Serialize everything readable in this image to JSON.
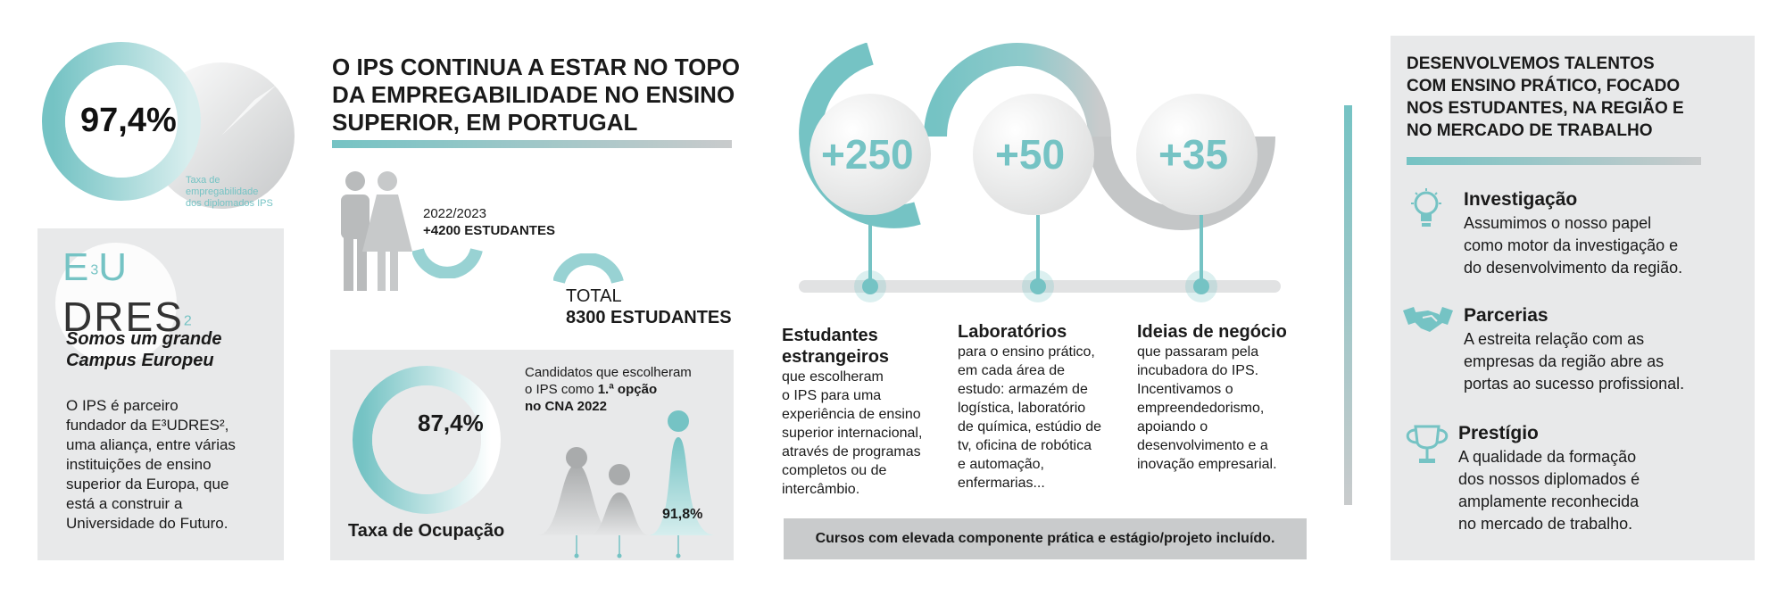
{
  "col1": {
    "employability_pct": "97,4%",
    "employability_caption": [
      "Taxa de",
      "empregabilidade",
      "dos diplomados IPS"
    ],
    "logo_e": "E",
    "logo_e_sup": "3",
    "logo_u": "U",
    "logo_dres": "DRES",
    "logo_dres_sup": "2",
    "tagline": [
      "Somos um grande",
      "Campus Europeu"
    ],
    "description": [
      "O IPS é parceiro",
      "fundador da E³UDRES²,",
      "uma aliança, entre várias",
      "instituições de ensino",
      "superior da Europa, que",
      "está a construir a",
      "Universidade do Futuro."
    ]
  },
  "col2": {
    "headline": [
      "O IPS CONTINUA A ESTAR NO TOPO",
      "DA EMPREGABILIDADE NO ENSINO",
      "SUPERIOR, EM PORTUGAL"
    ],
    "year": "2022/2023",
    "students_new": "+4200 ESTUDANTES",
    "total_label": "TOTAL",
    "total_value": "8300 ESTUDANTES",
    "occupation_pct": "87,4%",
    "occupation_label": "Taxa de Ocupação",
    "first_choice_lines": [
      "Candidatos que escolheram"
    ],
    "first_choice_line2_normal": "o IPS como ",
    "first_choice_line2_bold": "1.ª opção",
    "first_choice_line3": "no CNA 2022",
    "first_choice_pct": "91,8%"
  },
  "col3": {
    "bubbles": [
      "+250",
      "+50",
      "+35"
    ],
    "items": [
      {
        "title": [
          "Estudantes",
          "estrangeiros"
        ],
        "text": [
          "que escolheram",
          "o IPS para uma",
          "experiência de ensino",
          "superior internacional,",
          "através de programas",
          "completos ou de",
          "intercâmbio."
        ]
      },
      {
        "title": [
          "Laboratórios"
        ],
        "text": [
          "para o ensino prático,",
          "em cada área de",
          "estudo: armazém de",
          "logística, laboratório",
          "de química, estúdio de",
          "tv, oficina de robótica",
          "e automação,",
          "enfermarias..."
        ]
      },
      {
        "title": [
          "Ideias de negócio"
        ],
        "text": [
          "que passaram pela",
          "incubadora do IPS.",
          "Incentivamos o",
          "empreendedorismo,",
          "apoiando o",
          "desenvolvimento e a",
          "inovação empresarial."
        ]
      }
    ],
    "footer": "Cursos com elevada componente prática e estágio/projeto incluído."
  },
  "col4": {
    "headline": [
      "DESENVOLVEMOS TALENTOS",
      "COM ENSINO PRÁTICO, FOCADO",
      "NOS ESTUDANTES, NA REGIÃO E",
      "NO MERCADO DE TRABALHO"
    ],
    "items": [
      {
        "icon": "lightbulb-icon",
        "title": "Investigação",
        "text": [
          "Assumimos o nosso papel",
          "como motor da investigação e",
          "do desenvolvimento da região."
        ]
      },
      {
        "icon": "handshake-icon",
        "title": "Parcerias",
        "text": [
          "A estreita relação com as",
          "empresas da região abre as",
          "portas ao sucesso profissional."
        ]
      },
      {
        "icon": "trophy-icon",
        "title": "Prestígio",
        "text": [
          "A qualidade da formação",
          "dos nossos diplomados é",
          "amplamente reconhecida",
          "no mercado de trabalho."
        ]
      }
    ]
  },
  "colors": {
    "teal": "#75c3c4",
    "panel": "#e8e9ea",
    "gray": "#c9cbcc"
  }
}
